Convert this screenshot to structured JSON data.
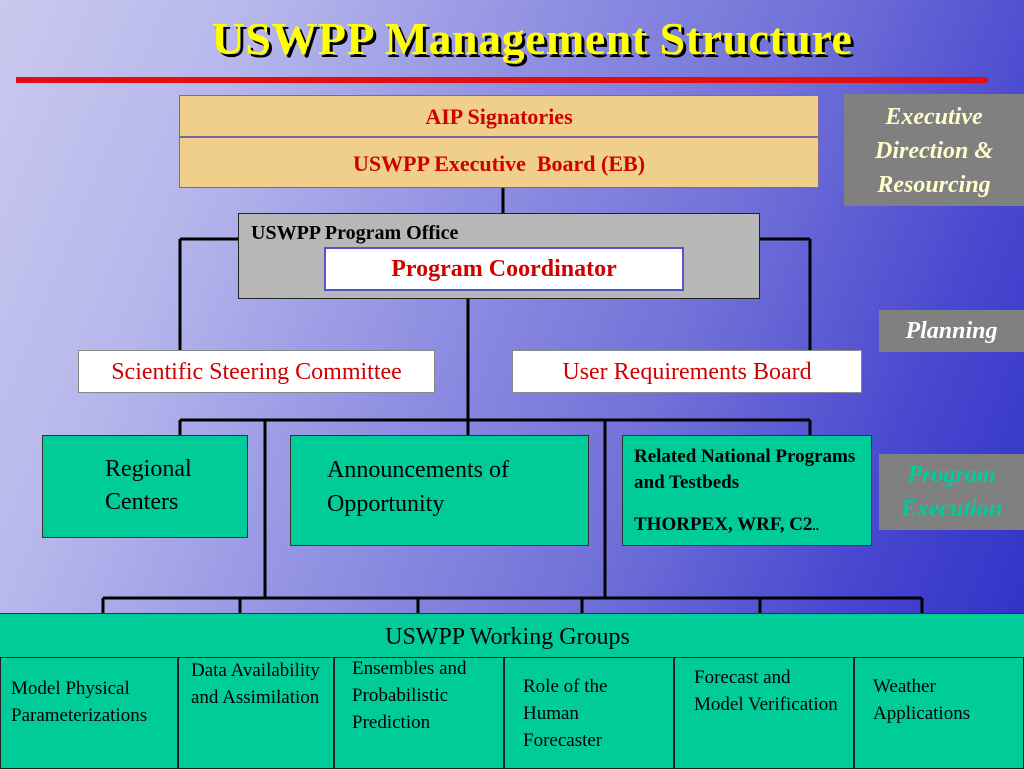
{
  "title": "USWPP Management Structure",
  "executive": {
    "signatories": "AIP Signatories",
    "board": "USWPP Executive  Board (EB)"
  },
  "program_office": {
    "label": "USWPP Program Office",
    "coordinator": "Program Coordinator"
  },
  "committees": {
    "steering": "Scientific Steering Committee",
    "user_requirements": "User Requirements Board"
  },
  "execution_boxes": {
    "regional": "Regional Centers",
    "announcements": "Announcements of Opportunity",
    "related_title": "Related National Programs and Testbeds",
    "related_detail": "THORPEX, WRF, C2",
    "related_ellipsis": ".."
  },
  "side_labels": {
    "executive": "Executive Direction & Resourcing",
    "planning": "Planning",
    "execution": "Program Execution",
    "execution_color": "#00cc99"
  },
  "working_groups": {
    "title": "USWPP Working Groups",
    "items": [
      "Model Physical Parameterizations",
      "Data Availability and Assimilation",
      "Ensembles and Probabilistic Prediction",
      "Role of the Human Forecaster",
      "Forecast and Model Verification",
      "Weather Applications"
    ]
  },
  "colors": {
    "title": "#ffff00",
    "accent_red": "#d00000",
    "box_tan": "#efcf8a",
    "box_green": "#00cc99",
    "side_gray": "#808080"
  }
}
